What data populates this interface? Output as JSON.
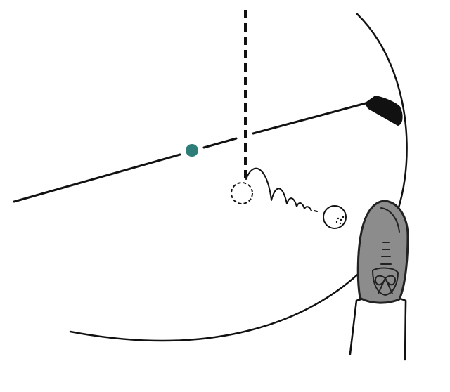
{
  "illustration": {
    "colors": {
      "ink": "#111111",
      "pivot_dot": "#2e7d78",
      "shoe_fill": "#8c8c8c",
      "shoe_outline": "#222222",
      "ball_fill": "#ffffff",
      "background": "#ffffff"
    },
    "elements": [
      "swing-arc",
      "vertical-dashed-line",
      "club-shaft",
      "club-head",
      "pivot-dot",
      "ball-start-position",
      "ball-bounce-trail",
      "golf-ball",
      "golfer-shoe",
      "golfer-trouser-leg"
    ]
  }
}
